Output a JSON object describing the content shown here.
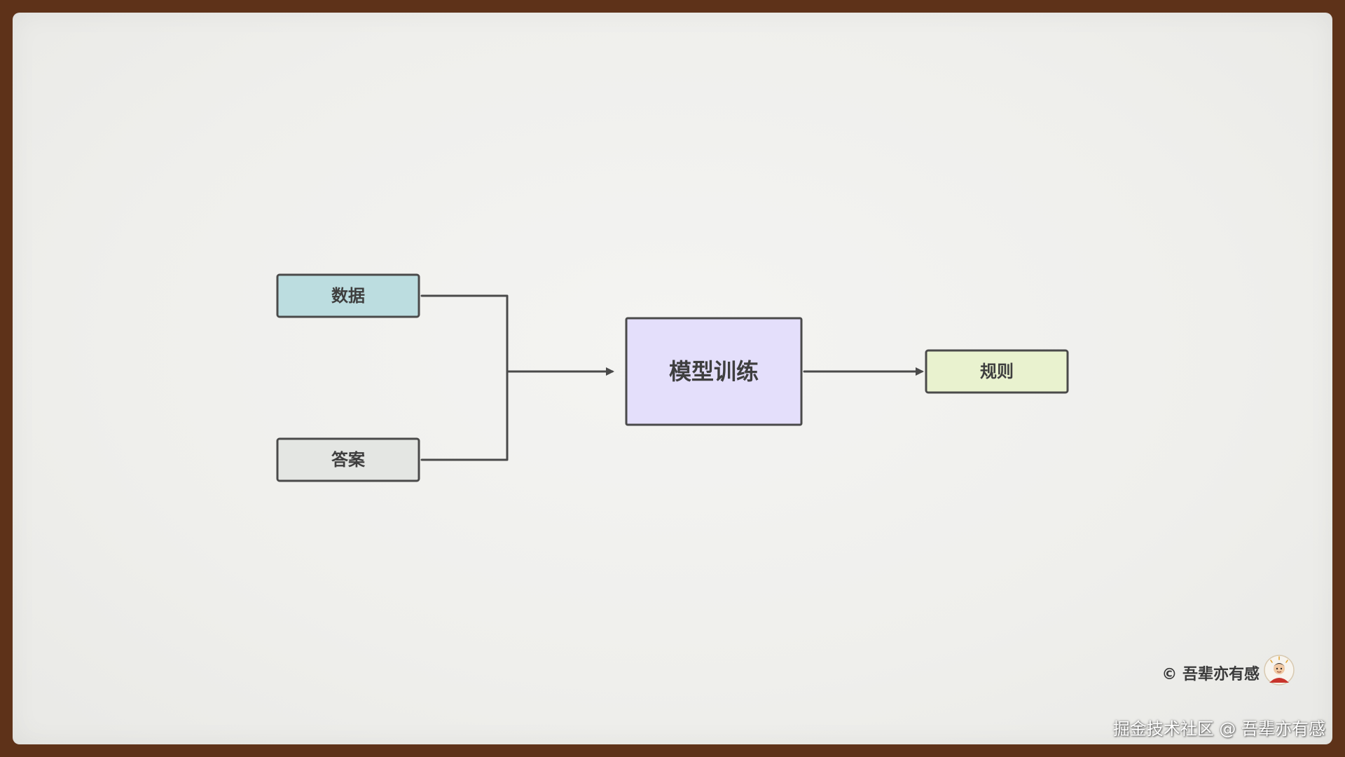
{
  "diagram": {
    "nodes": {
      "data": {
        "label": "数据",
        "color": "#bcdde0"
      },
      "answer": {
        "label": "答案",
        "color": "#e4e6e3"
      },
      "training": {
        "label": "模型训练",
        "color": "#e4dffb"
      },
      "rules": {
        "label": "规则",
        "color": "#e9f2cf"
      }
    },
    "edges": [
      {
        "from": "数据",
        "to": "模型训练"
      },
      {
        "from": "答案",
        "to": "模型训练"
      },
      {
        "from": "模型训练",
        "to": "规则"
      }
    ]
  },
  "footer": {
    "copyright": "© 吾辈亦有感",
    "watermark": "掘金技术社区 @ 吾辈亦有感"
  },
  "colors": {
    "frame": "#5e3219",
    "paper": "#f1f1ef",
    "stroke": "#4a4a4a"
  }
}
